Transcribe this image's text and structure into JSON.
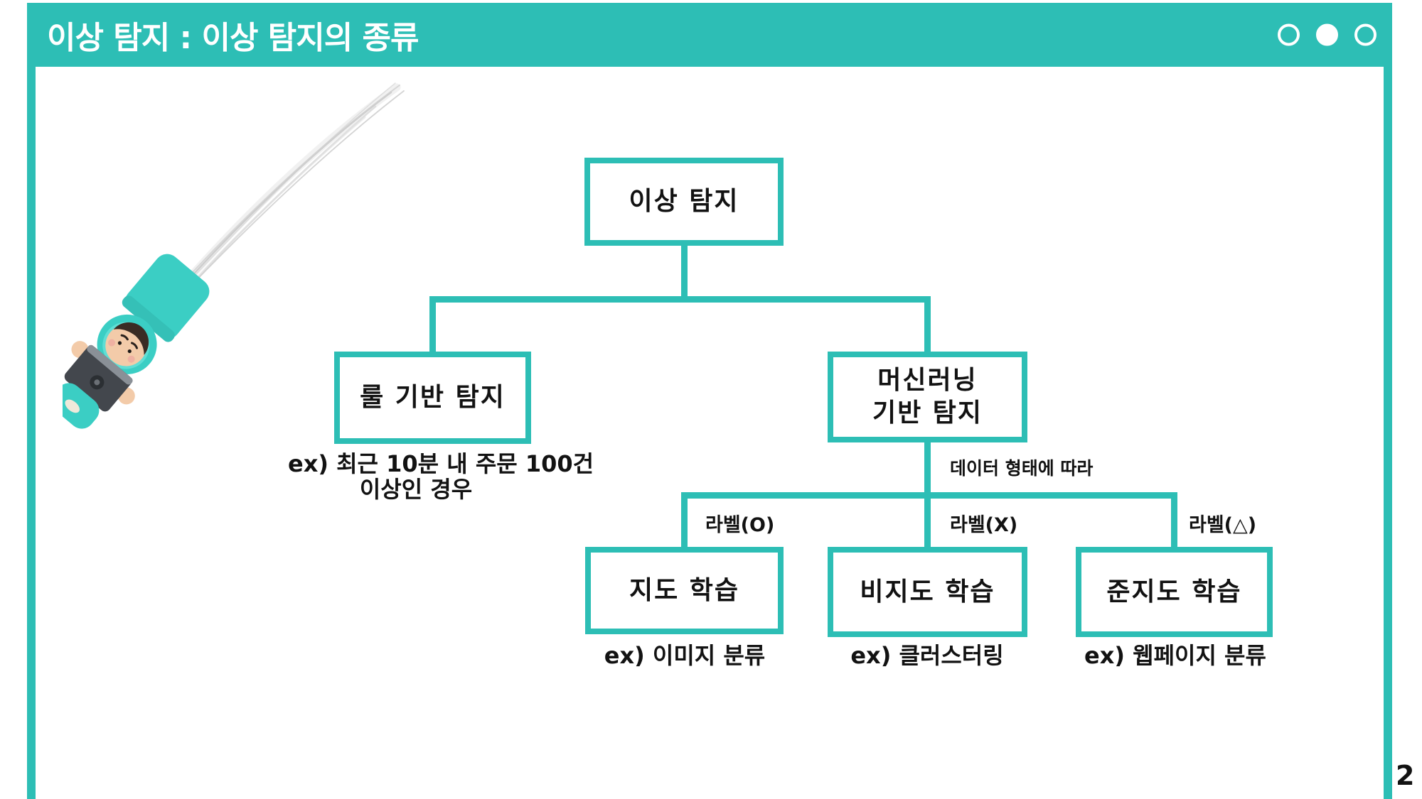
{
  "slide": {
    "title": "이상 탐지 : 이상 탐지의 종류",
    "page_number": "2",
    "accent_color": "#2dbeb5",
    "text_color": "#121212",
    "window_dots": [
      "outline",
      "filled",
      "outline"
    ]
  },
  "illustration": {
    "name": "falling-astronaut-character-with-trail",
    "colors": {
      "suit": "#3bcec4",
      "face": "#f3cba9",
      "hair": "#3a2c24",
      "vest": "#43474d",
      "trail": "#c9c9c9"
    }
  },
  "tree": {
    "root": {
      "label": "이상 탐지"
    },
    "rule": {
      "label": "룰 기반 탐지",
      "example_line1": "ex) 최근 10분 내 주문 100건",
      "example_line2": "이상인 경우"
    },
    "ml": {
      "label_line1": "머신러닝",
      "label_line2": "기반 탐지",
      "branch_note": "데이터 형태에 따라"
    },
    "supervised": {
      "edge_label": "라벨(O)",
      "label": "지도 학습",
      "example": "ex) 이미지 분류"
    },
    "unsupervised": {
      "edge_label": "라벨(X)",
      "label": "비지도 학습",
      "example": "ex) 클러스터링"
    },
    "semi_supervised": {
      "edge_label": "라벨(△)",
      "label": "준지도 학습",
      "example": "ex) 웹페이지 분류"
    }
  }
}
